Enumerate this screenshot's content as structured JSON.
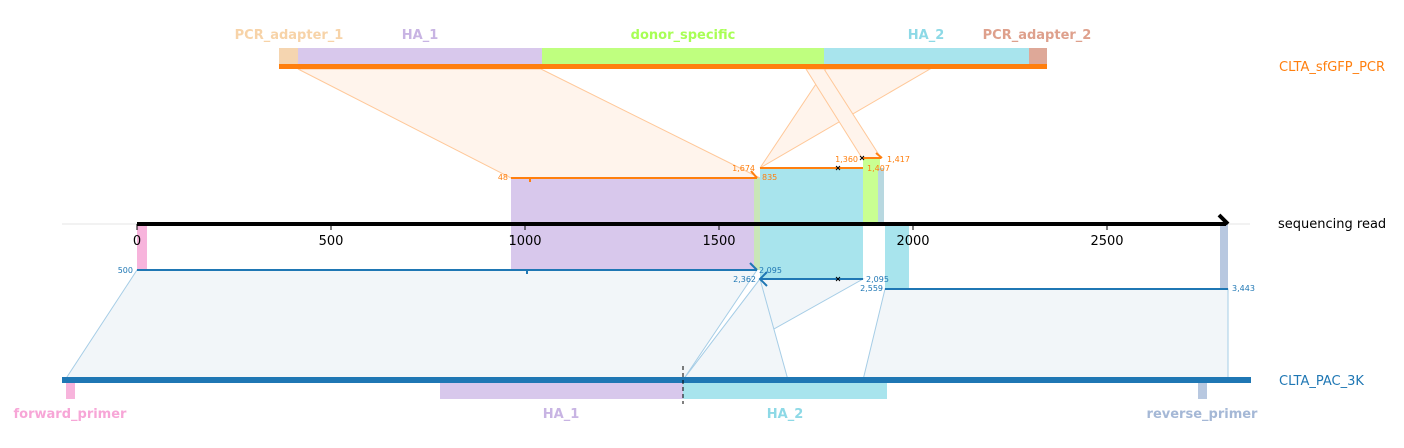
{
  "top_read": {
    "name": "CLTA_sfGFP_PCR",
    "color": "#ff7f0e",
    "features": [
      {
        "label": "PCR_adapter_1",
        "color": "#f5d5b0"
      },
      {
        "label": "HA_1",
        "color": "#c8b4e3"
      },
      {
        "label": "donor_specific",
        "color": "#bfff7f"
      },
      {
        "label": "HA_2",
        "color": "#8dd9e6"
      },
      {
        "label": "PCR_adapter_2",
        "color": "#dea898"
      }
    ],
    "alignment_labels": [
      "48",
      "1,674",
      "835",
      "1,360",
      "1,407",
      "1,417"
    ]
  },
  "sequencing_read": {
    "name": "sequencing read",
    "ticks": [
      "0",
      "500",
      "1000",
      "1500",
      "2000",
      "2500"
    ]
  },
  "bottom_read": {
    "name": "CLTA_PAC_3K",
    "color": "#1f77b4",
    "features": [
      {
        "label": "forward_primer",
        "color": "#f7a6d7"
      },
      {
        "label": "HA_1",
        "color": "#c8b4e3"
      },
      {
        "label": "HA_2",
        "color": "#8dd9e6"
      },
      {
        "label": "reverse_primer",
        "color": "#a5b8d6"
      }
    ],
    "alignment_labels": [
      "500",
      "2,095",
      "2,362",
      "2,095",
      "2,559",
      "3,443"
    ]
  }
}
